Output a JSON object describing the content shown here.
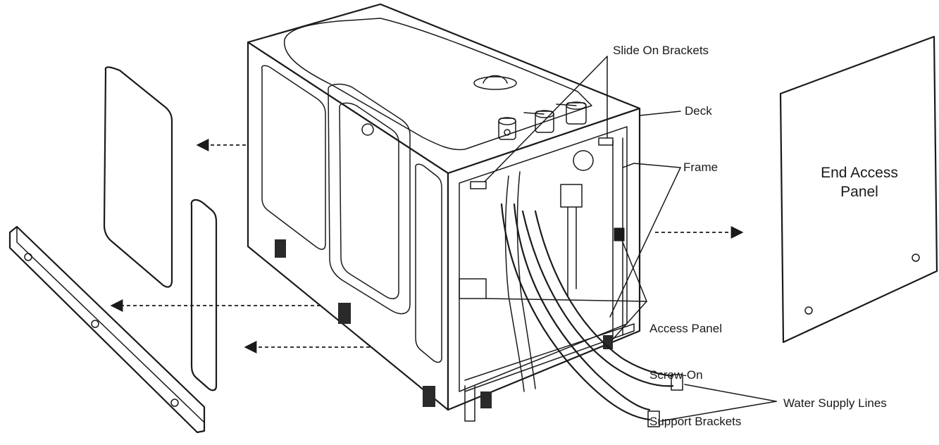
{
  "labels": {
    "slide_on_brackets": "Slide On Brackets",
    "deck": "Deck",
    "frame": "Frame",
    "end_access_panel_line1": "End Access",
    "end_access_panel_line2": "Panel",
    "support_brackets_line1": "Access Panel",
    "support_brackets_line2": "Screw-On",
    "support_brackets_line3": "Support Brackets",
    "water_supply_lines": "Water Supply Lines"
  }
}
